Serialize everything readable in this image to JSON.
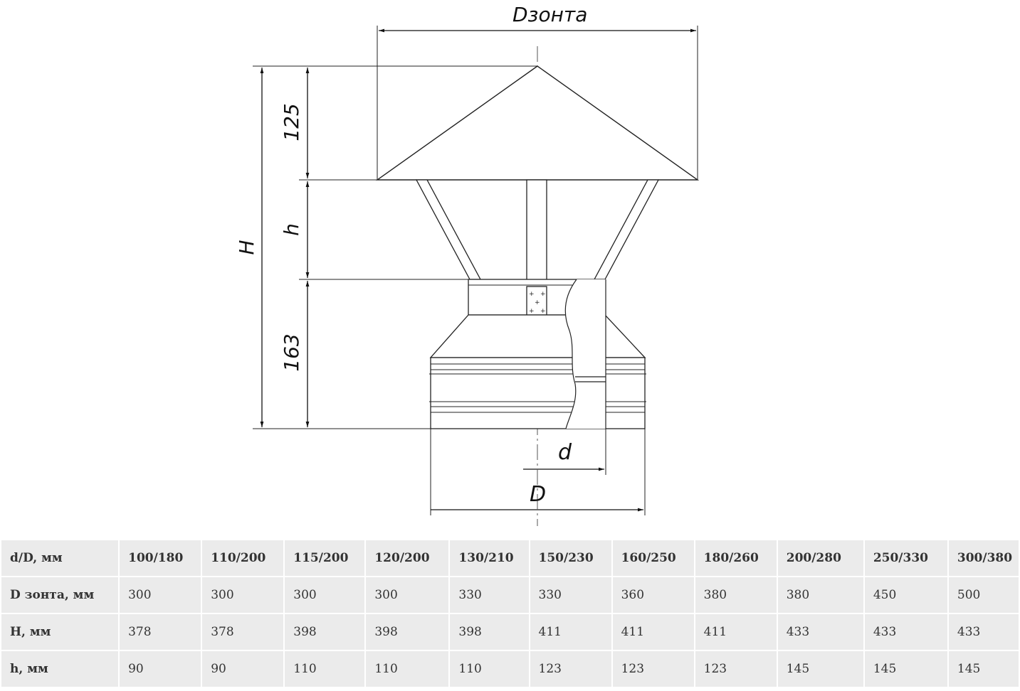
{
  "drawing": {
    "labels": {
      "d_umbrella": "Dзонта",
      "cap_height": "125",
      "gap_height": "h",
      "total_height": "H",
      "base_height": "163",
      "inner_diameter": "d",
      "outer_diameter": "D"
    }
  },
  "table": {
    "columns": [
      "d/D, мм",
      "100/180",
      "110/200",
      "115/200",
      "120/200",
      "130/210",
      "150/230",
      "160/250",
      "180/260",
      "200/280",
      "250/330",
      "300/380"
    ],
    "rows": [
      {
        "label": "D зонта, мм",
        "values": [
          "300",
          "300",
          "300",
          "300",
          "330",
          "330",
          "360",
          "380",
          "380",
          "450",
          "500"
        ]
      },
      {
        "label": "H, мм",
        "values": [
          "378",
          "378",
          "398",
          "398",
          "398",
          "411",
          "411",
          "411",
          "433",
          "433",
          "433"
        ]
      },
      {
        "label": "h, мм",
        "values": [
          "90",
          "90",
          "110",
          "110",
          "110",
          "123",
          "123",
          "123",
          "145",
          "145",
          "145"
        ]
      }
    ]
  }
}
